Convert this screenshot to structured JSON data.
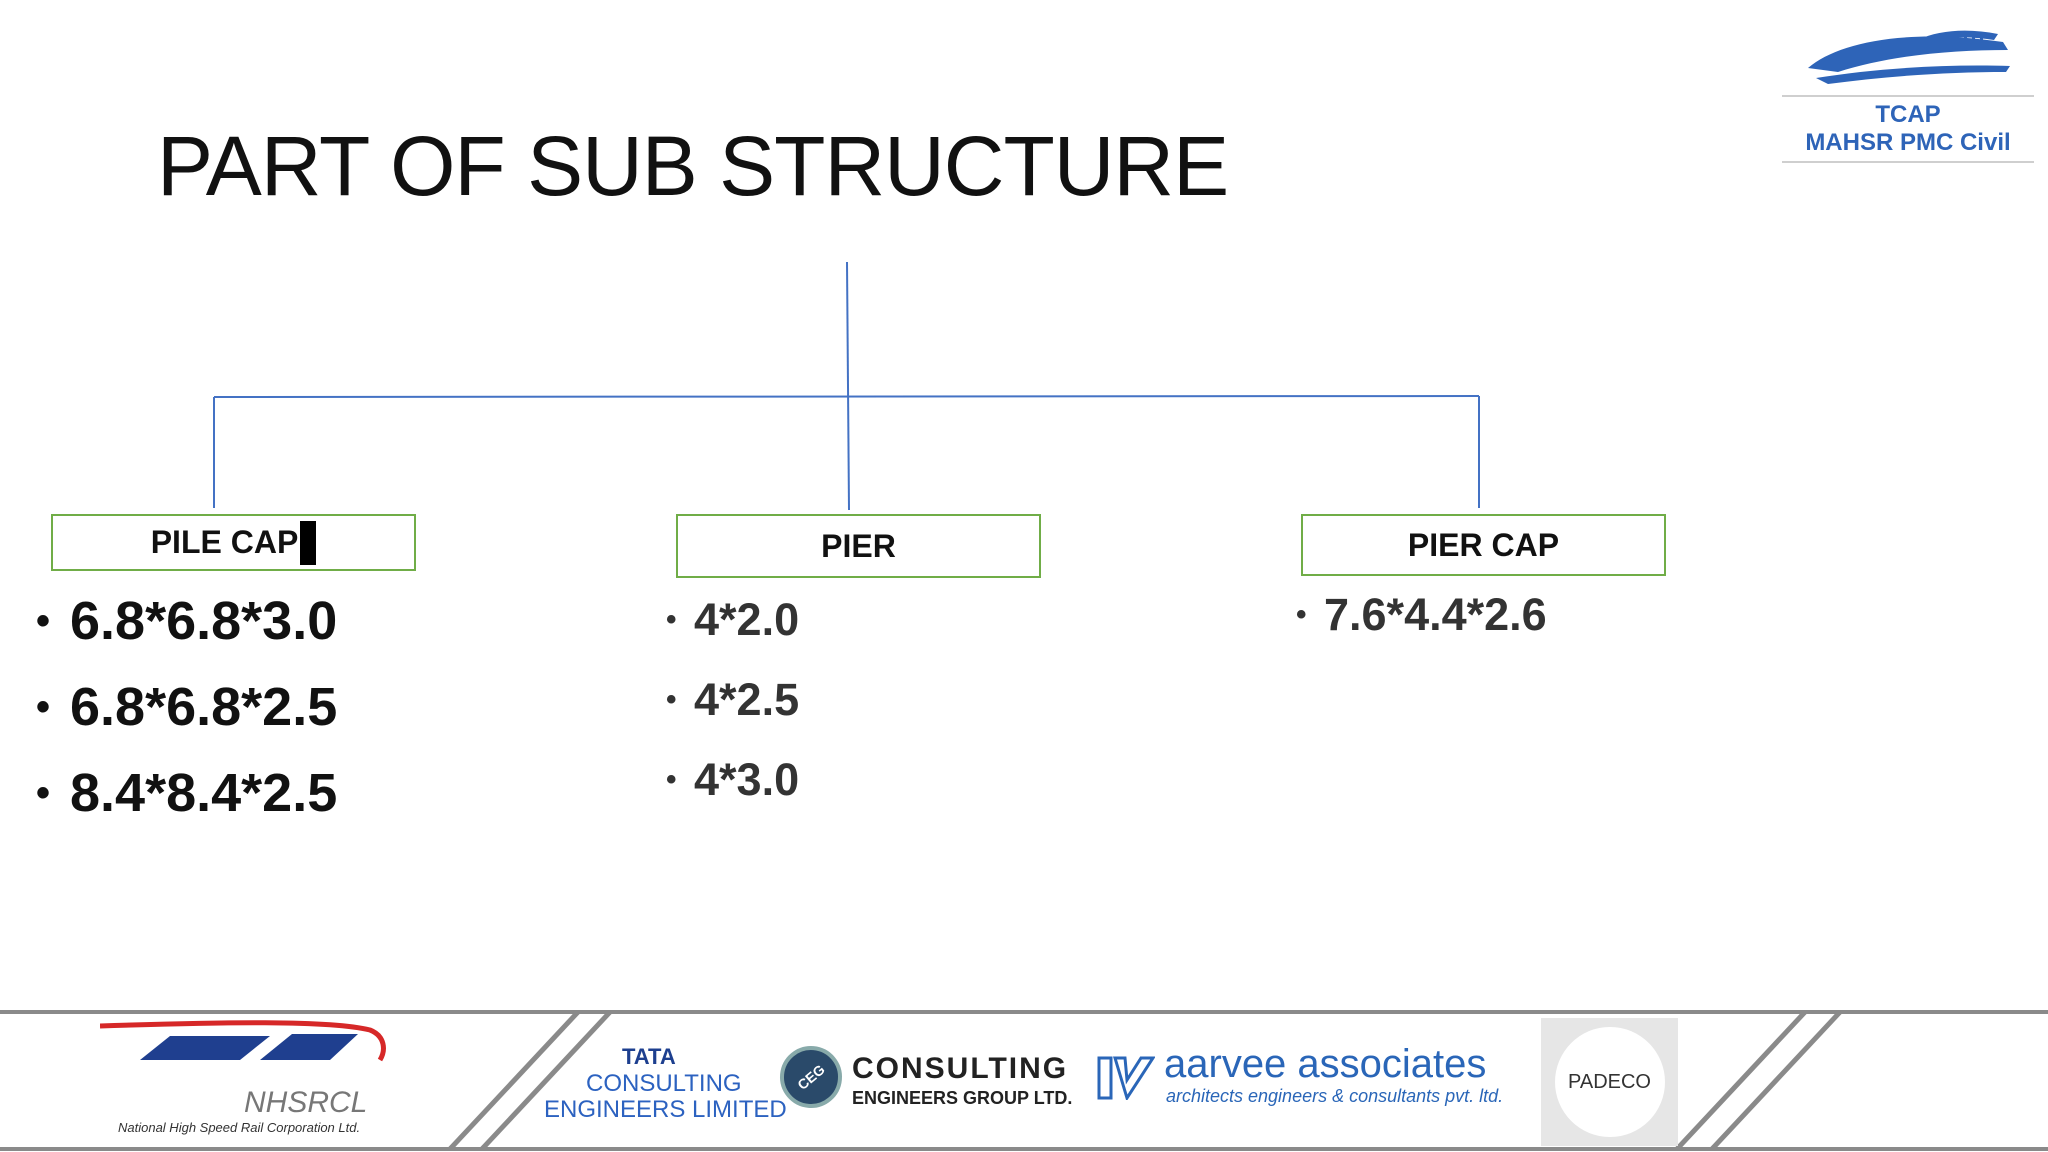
{
  "title": "PART OF SUB STRUCTURE",
  "logo": {
    "line1": "TCAP",
    "line2": "MAHSR PMC Civil"
  },
  "nodes": [
    {
      "label": "PILE CAP",
      "items": [
        "6.8*6.8*3.0",
        "6.8*6.8*2.5",
        "8.4*8.4*2.5"
      ]
    },
    {
      "label": "PIER",
      "items": [
        "4*2.0",
        "4*2.5",
        "4*3.0"
      ]
    },
    {
      "label": "PIER CAP",
      "items": [
        "7.6*4.4*2.6"
      ]
    }
  ],
  "footer": {
    "nhsrcl": {
      "name": "NHSRCL",
      "full": "National High Speed Rail Corporation Ltd."
    },
    "tata": {
      "line1": "TATA",
      "line2": "CONSULTING",
      "line3": "ENGINEERS LIMITED"
    },
    "ceg": {
      "badge": "CEG",
      "line1": "CONSULTING",
      "line2": "ENGINEERS GROUP LTD."
    },
    "aarvee": {
      "name": "aarvee associates",
      "tag": "architects engineers & consultants pvt. ltd."
    },
    "padeco": {
      "name": "PADECO"
    }
  },
  "colors": {
    "connector": "#4472c4",
    "box_border": "#70ad47",
    "logo_blue": "#2e64b8",
    "footer_line": "#8a8a8a"
  }
}
